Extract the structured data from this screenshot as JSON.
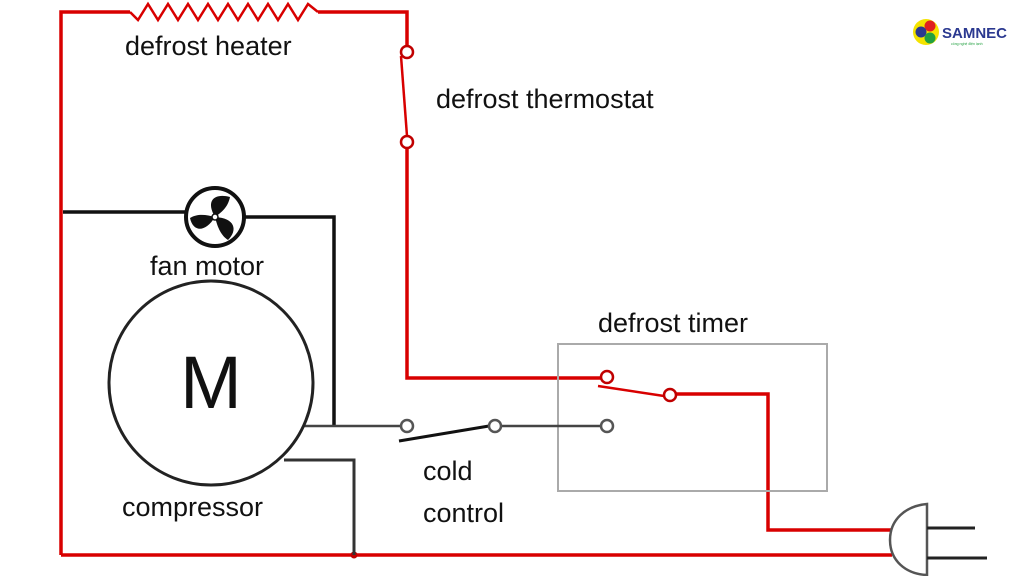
{
  "logo": {
    "text": "SAMNEC",
    "tagline": "công nghệ điện lạnh",
    "colors": [
      "#f4e300",
      "#e02020",
      "#2b3990",
      "#22a040"
    ]
  },
  "labels": {
    "defrost_heater": "defrost heater",
    "defrost_thermostat": "defrost thermostat",
    "fan_motor": "fan motor",
    "motor_symbol": "M",
    "compressor": "compressor",
    "cold_control_line1": "cold",
    "cold_control_line2": "control",
    "defrost_timer": "defrost timer"
  },
  "colors": {
    "hot_wire": "#e00000",
    "neutral_wire": "#111111",
    "timer_box": "#aaaaaa"
  }
}
